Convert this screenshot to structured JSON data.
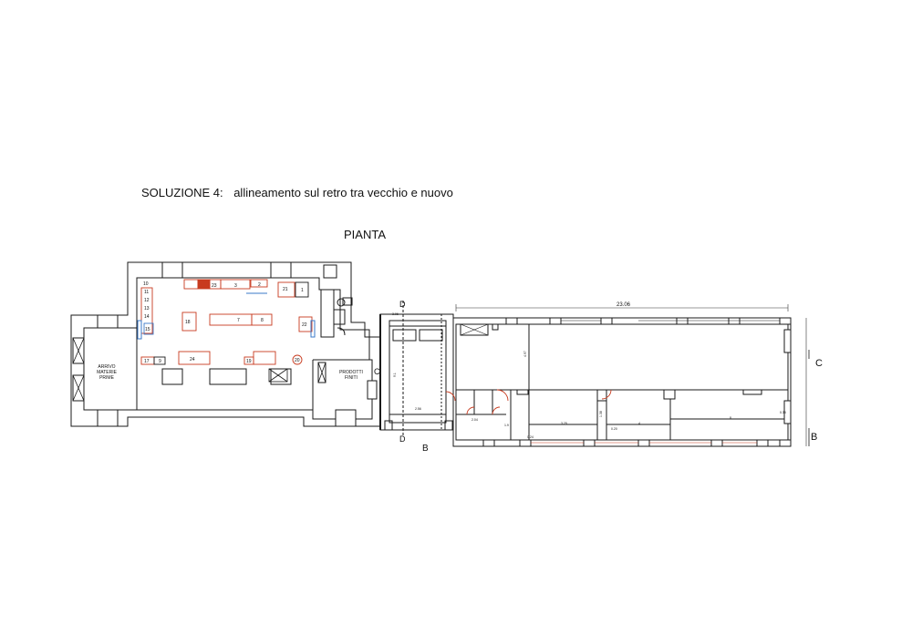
{
  "header": {
    "solution_label": "SOLUZIONE 4:",
    "solution_desc": "allineamento sul retro tra  vecchio  e nuovo",
    "plan_title": "PIANTA"
  },
  "plan": {
    "area_in_lines": [
      "ARRIVO",
      "MATERIE",
      "PRIME"
    ],
    "area_out_lines": [
      "PRODOTTI",
      "FINITI"
    ],
    "total_length": "23.06",
    "section_C_left": "C",
    "section_C_right": "C",
    "section_D_top": "D",
    "section_D_bottom": "D",
    "section_B_left": "B",
    "section_B_right": "B",
    "equipment_numbers": [
      "1",
      "2",
      "3",
      "7",
      "8",
      "9",
      "10",
      "11",
      "12",
      "13",
      "14",
      "15",
      "17",
      "18",
      "19",
      "20",
      "21",
      "22",
      "23",
      "24"
    ],
    "dimensions": [
      "3.06",
      "4.97",
      "9.1",
      "2.04",
      "1.9",
      "3.25",
      "1.38",
      "0.24",
      "4",
      "8",
      "0.35",
      "2.56",
      "0.20"
    ]
  },
  "colors": {
    "wall": "#1a1a1a",
    "equipment": "#c83a1e",
    "equipment_dark": "#9a2410",
    "conveyor": "#3a78c8",
    "dimension": "#333333"
  }
}
